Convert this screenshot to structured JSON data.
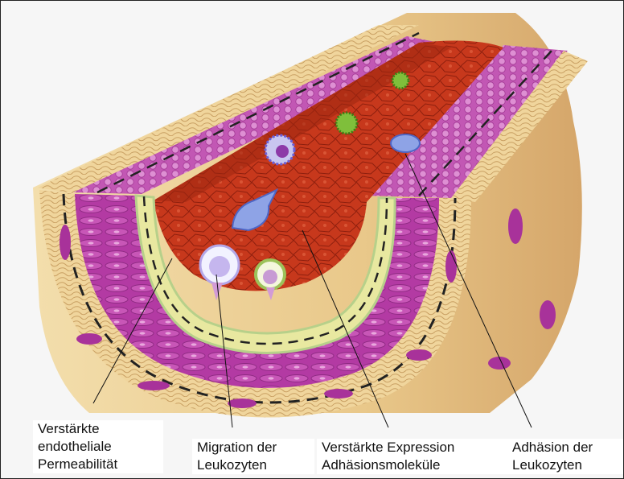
{
  "figure": {
    "labels": [
      "Verstärkte\nendotheliale\nPermeabilität",
      "Migration der\nLeukozyten",
      "Verstärkte Expression\nAdhäsionsmoleküle",
      "Adhäsion der\nLeukozyten"
    ]
  },
  "colors": {
    "lumen": "#c7381c",
    "lumen_dark": "#8e1f0e",
    "media_muscle": "#b33aa3",
    "media_light": "#d77bc7",
    "adventitia": "#f0d59c",
    "adventitia_dark": "#c9a063",
    "intima_yellow": "#e8e8a0",
    "intima_green": "#b7d08a",
    "leukocyte": "#8ea3e6",
    "leukocyte_green": "#6aa52c",
    "leader_line": "#111111"
  }
}
